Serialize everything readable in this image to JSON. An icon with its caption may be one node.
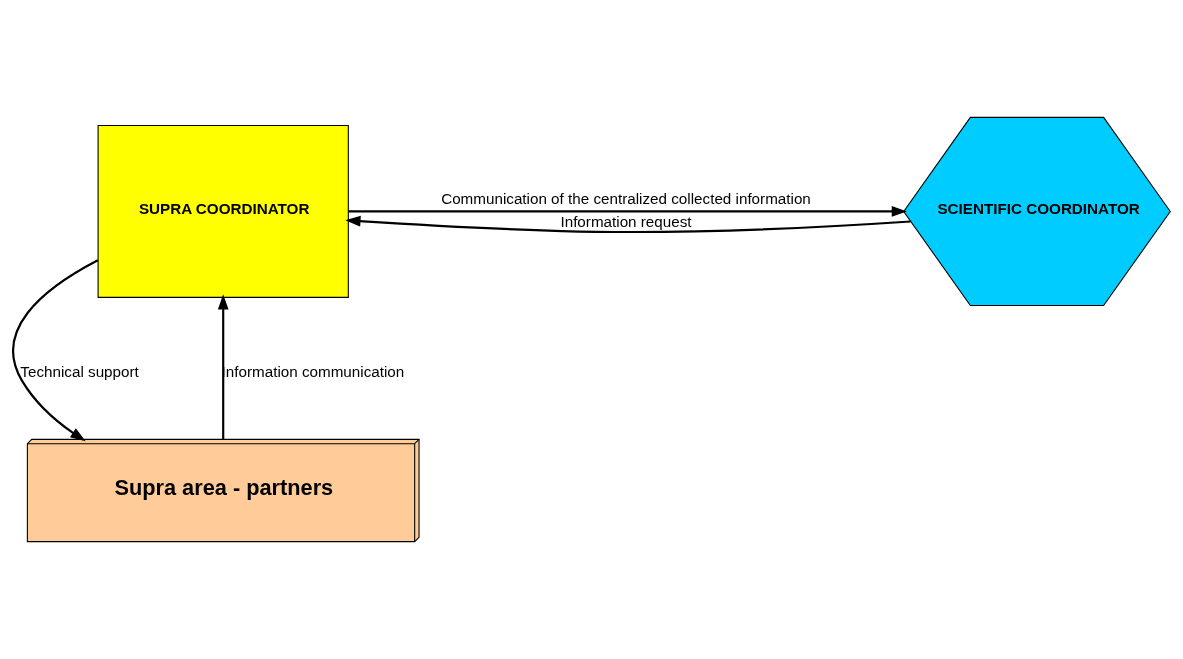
{
  "diagram": {
    "nodes": [
      {
        "text": [
          "SUPRA COORDINATOR"
        ]
      },
      {
        "text": [
          "SCIENTIFIC COORDINATOR"
        ]
      },
      {
        "text": [
          "Supra area - partners"
        ]
      }
    ],
    "edges": [
      {
        "from": 0,
        "to": 1,
        "arrow": "to",
        "label": "Communication of the centralized collected information"
      },
      {
        "from": 1,
        "to": 0,
        "arrow": "to",
        "label": "Information request"
      },
      {
        "from": 0,
        "to": 2,
        "arrow": "to",
        "label": "Technical support"
      },
      {
        "from": 2,
        "to": 0,
        "arrow": "to",
        "label": "Information communication"
      }
    ]
  }
}
